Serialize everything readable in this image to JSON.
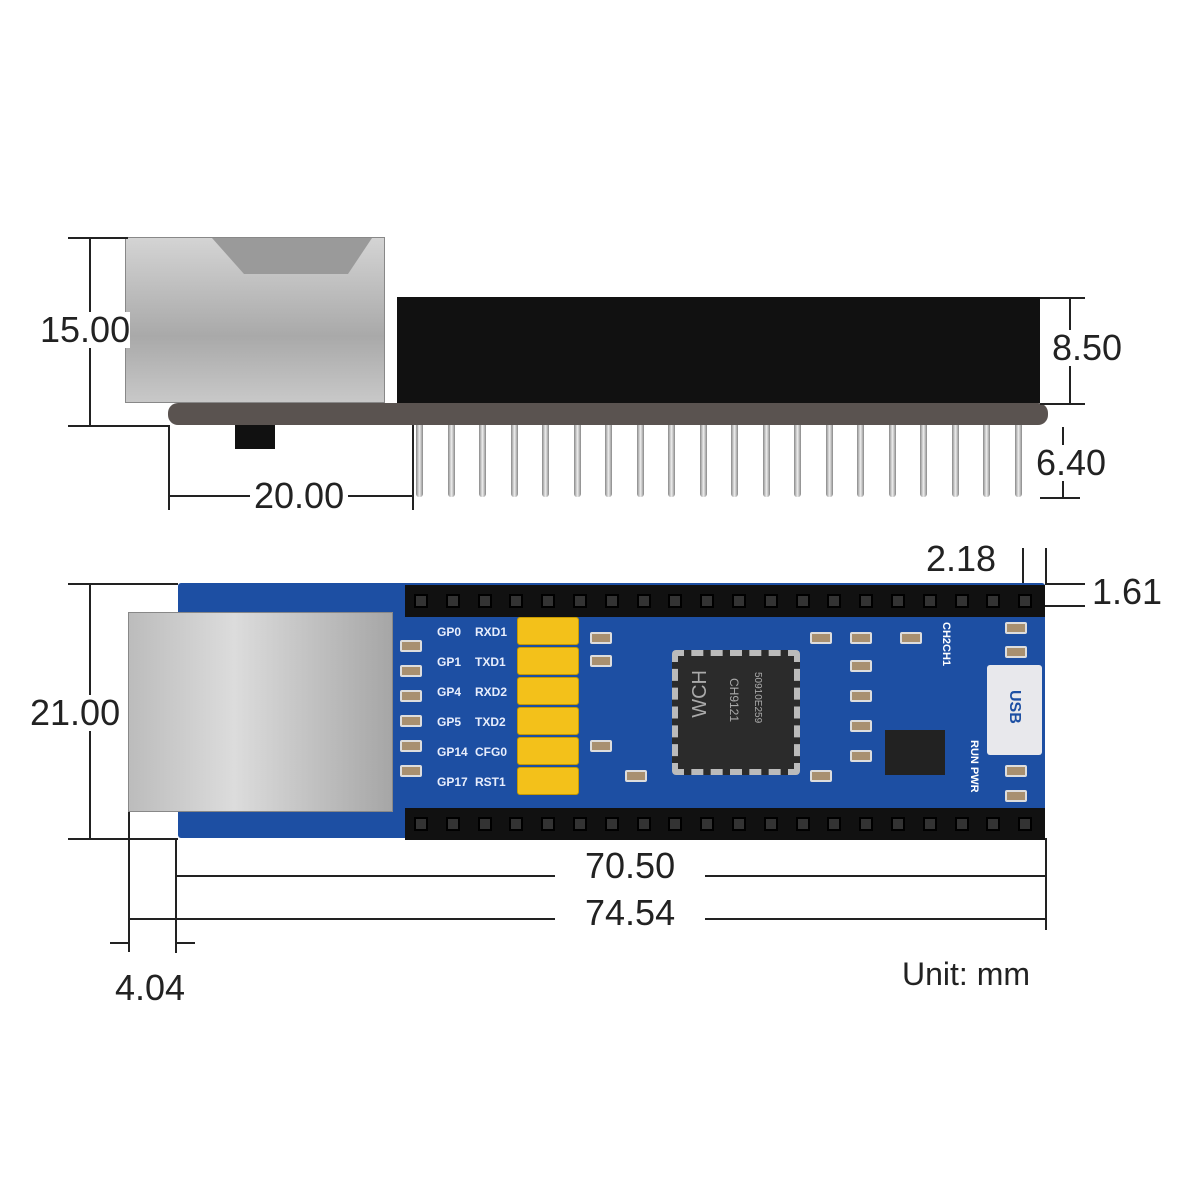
{
  "top_view": {
    "height": "15.00",
    "header_height": "8.50",
    "pin_length": "6.40",
    "offset": "20.00"
  },
  "bottom_view": {
    "width": "21.00",
    "pitch_x": "2.18",
    "pitch_y": "1.61",
    "board_length": "70.50",
    "total_length": "74.54",
    "rj45_overhang": "4.04"
  },
  "board": {
    "pin_labels": [
      [
        "GP0",
        "RXD1"
      ],
      [
        "GP1",
        "TXD1"
      ],
      [
        "GP4",
        "RXD2"
      ],
      [
        "GP5",
        "TXD2"
      ],
      [
        "GP14",
        "CFG0"
      ],
      [
        "GP17",
        "RST1"
      ]
    ],
    "chip_brand": "WCH",
    "chip_model": "CH9121",
    "chip_code": "50910E259",
    "usb": "USB",
    "led_top": "CH2CH1",
    "led_bottom": "RUN PWR"
  },
  "unit": "Unit: mm",
  "colors": {
    "pcb": "#1d4fa3",
    "jumper": "#f3c11a",
    "header": "#111111"
  }
}
